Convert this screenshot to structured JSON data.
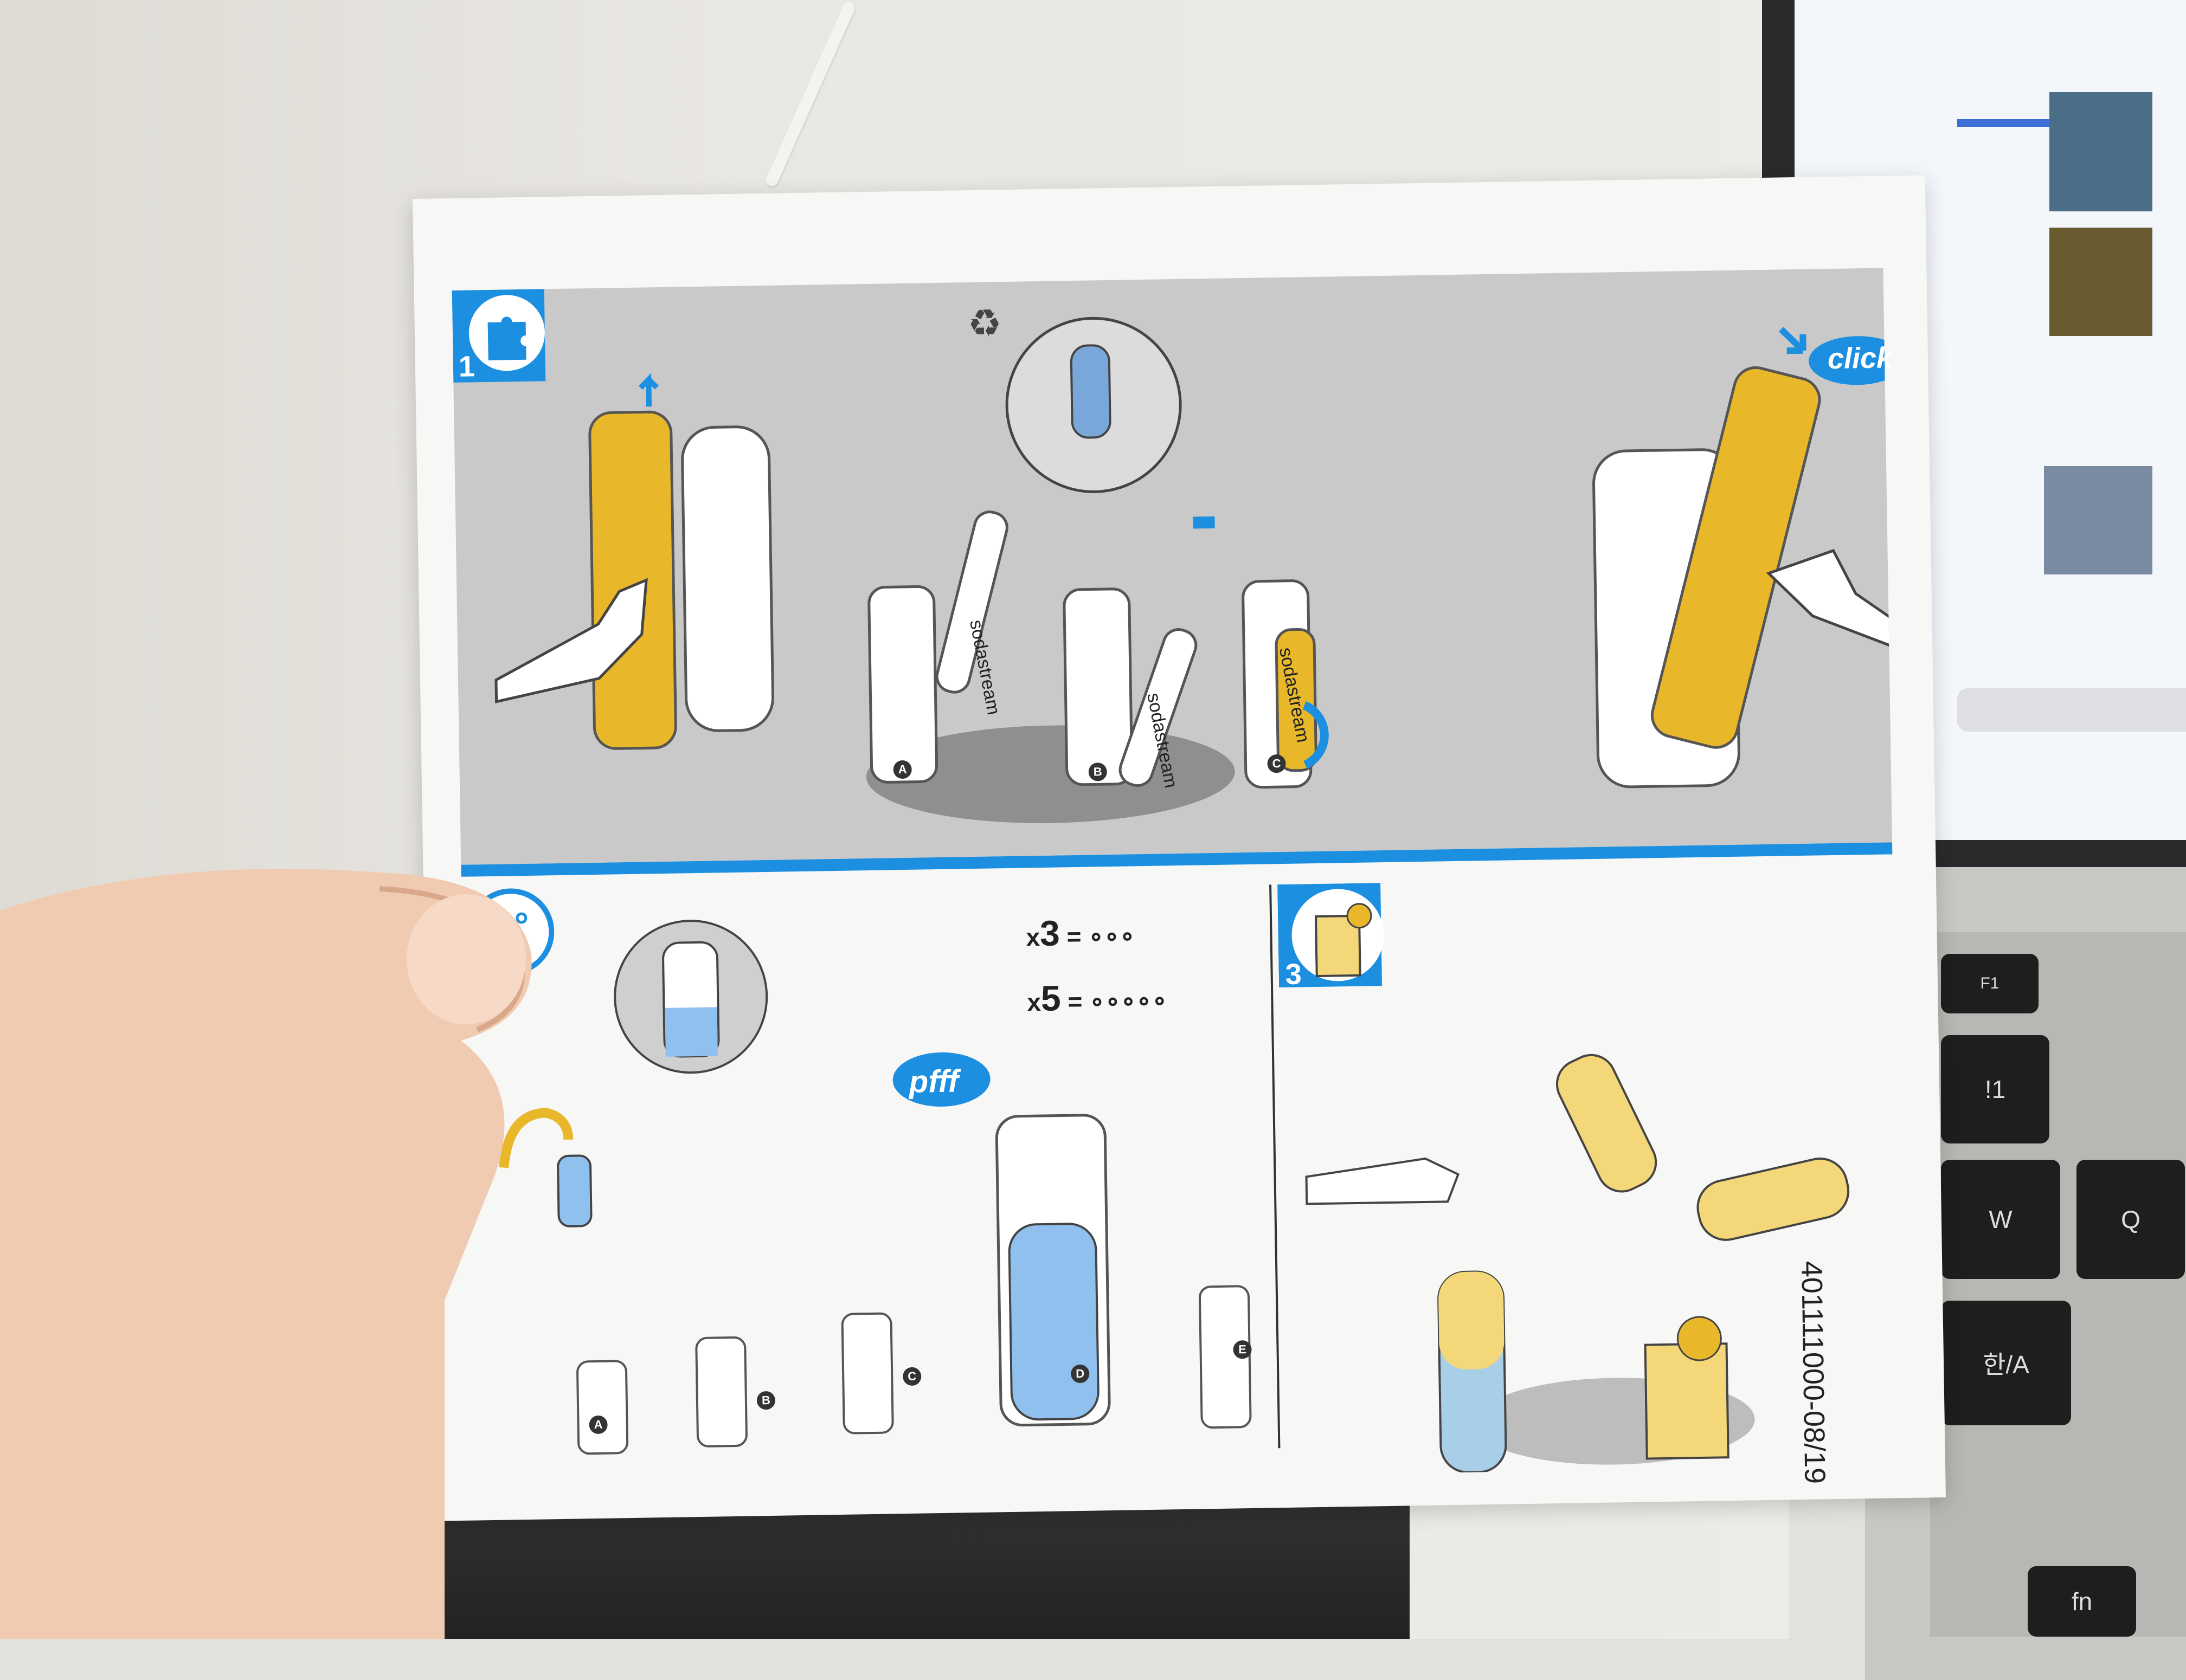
{
  "card": {
    "step1_number": "1",
    "step3_number": "3",
    "click_label": "click",
    "pfff_label": "pfff",
    "multiplier_1_prefix": "x",
    "multiplier_1_count": "3",
    "multiplier_1_eq": "=",
    "multiplier_2_prefix": "x",
    "multiplier_2_count": "5",
    "multiplier_2_eq": "=",
    "brand_text": "sodastream",
    "product_code": "401111000-08/19",
    "step_letters_top": [
      "A",
      "B",
      "C"
    ],
    "step_letters_bottom": [
      "A",
      "B",
      "C",
      "D",
      "E"
    ]
  },
  "keyboard": {
    "keys": [
      "F1",
      "!",
      "1",
      "W",
      "Q",
      "한/A",
      "fn"
    ]
  },
  "colors": {
    "accent_blue": "#1c8fe0",
    "product_yellow": "#e9b72a",
    "panel_gray": "#c9c9c9",
    "card_white": "#f7f7f5"
  }
}
